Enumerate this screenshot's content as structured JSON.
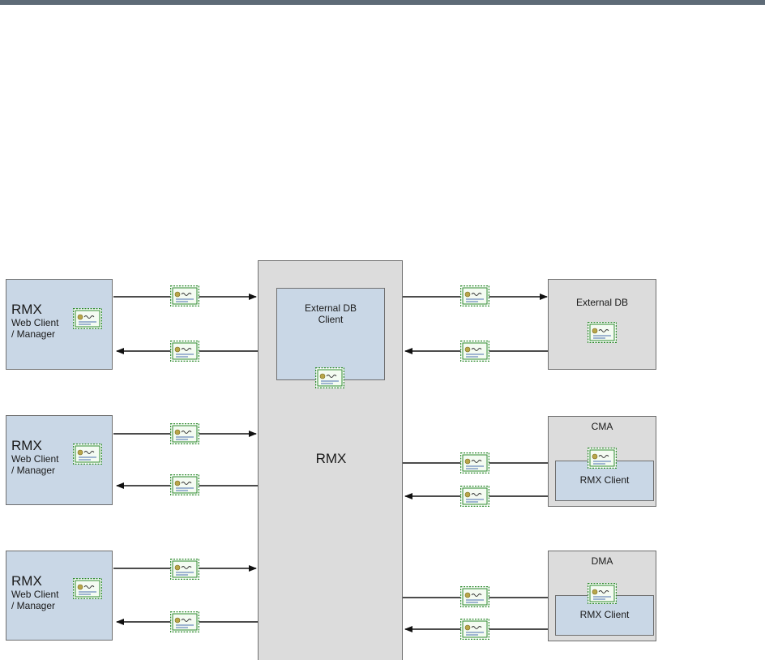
{
  "rmx_clients": [
    {
      "title": "RMX",
      "subtitle": "Web Client / Manager"
    },
    {
      "title": "RMX",
      "subtitle": "Web Client / Manager"
    },
    {
      "title": "RMX",
      "subtitle": "Web Client / Manager"
    }
  ],
  "rmx_center": {
    "label": "RMX",
    "inner_label": "External DB Client"
  },
  "external_db": {
    "label": "External DB"
  },
  "cma": {
    "label": "CMA",
    "inner_label": "RMX Client"
  },
  "dma": {
    "label": "DMA",
    "inner_label": "RMX Client"
  },
  "icons": {
    "certificate": "certificate-icon"
  },
  "colors": {
    "client_fill": "#c9d7e6",
    "server_fill": "#dcdcdc",
    "cert_green": "#2e8b2e",
    "header_bar": "#5e6b77"
  }
}
